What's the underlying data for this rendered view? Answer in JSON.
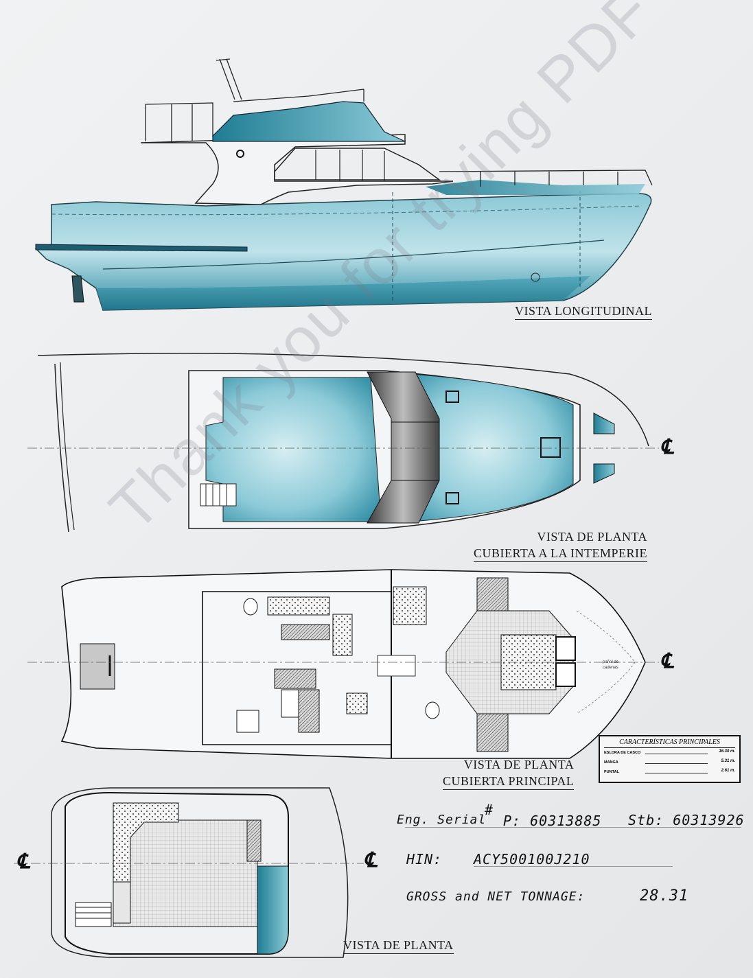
{
  "captions": {
    "side": "VISTA LONGITUDINAL",
    "deck_top_1": "VISTA  DE PLANTA",
    "deck_top_2": "CUBIERTA A LA INTEMPERIE",
    "main_1": "VISTA  DE PLANTA",
    "main_2": "CUBIERTA PRINCIPAL",
    "fly": "VISTA  DE PLANTA"
  },
  "centerline_symbol": "℄",
  "chain_locker_label_1": "pañol de",
  "chain_locker_label_2": "cadenas",
  "specs_table": {
    "title": "CARACTERÍSTICAS PRINCIPALES",
    "rows": [
      {
        "label": "ESLORA DE CASCO",
        "value": "16.30 m."
      },
      {
        "label": "MANGA",
        "value": "5.31 m."
      },
      {
        "label": "PUNTAL",
        "value": "2.61 m."
      }
    ]
  },
  "handwritten": {
    "eng_serial_label": "Eng. Serial",
    "hash": "#",
    "port": "P: 60313885",
    "stbd": "Stb: 60313926",
    "hin_label": "HIN:",
    "hin_value": "ACY500100J210",
    "tonnage_label": "GROSS and NET TONNAGE:",
    "tonnage_value": "28.31"
  },
  "watermark": "Thank you for trying PDF Suite",
  "colors": {
    "hull_teal": "#2f8da3",
    "hull_light": "#bfe3ea",
    "ink": "#1a1a1a"
  }
}
